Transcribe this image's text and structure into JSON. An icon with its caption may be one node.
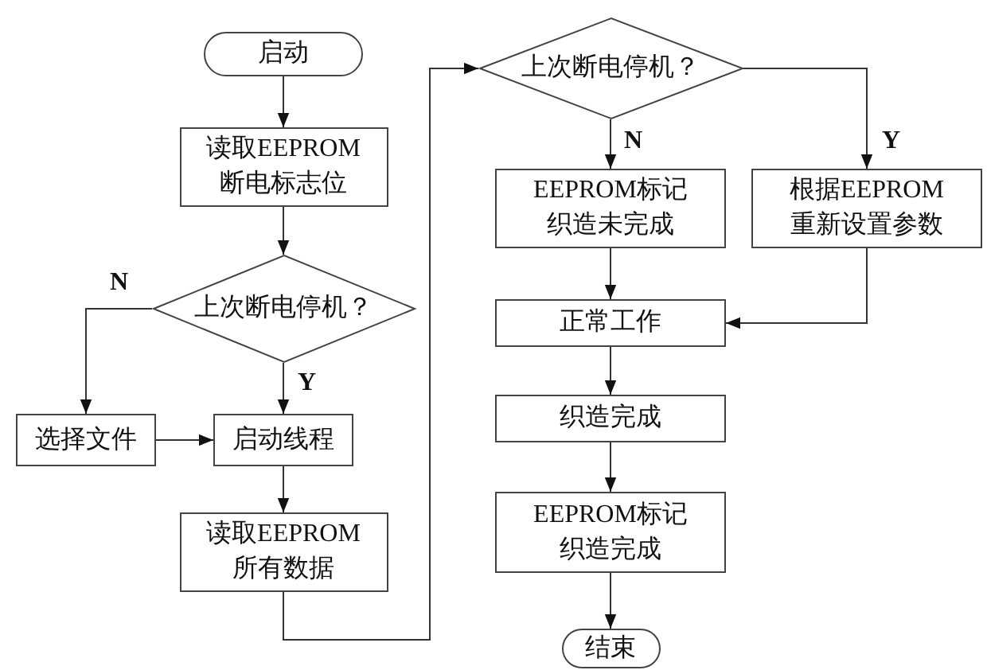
{
  "diagram": {
    "nodes": [
      {
        "text": [
          "启动"
        ]
      },
      {
        "text": [
          "读取EEPROM断电标志位"
        ]
      },
      {
        "text": [
          "上次断电停机？"
        ]
      },
      {
        "text": [
          "选择文件"
        ]
      },
      {
        "text": [
          "启动线程"
        ]
      },
      {
        "text": [
          "读取EEPROM所有数据"
        ]
      },
      {
        "text": [
          "上次断电停机？"
        ]
      },
      {
        "text": [
          "EEPROM标记织造未完成"
        ]
      },
      {
        "text": [
          "根据EEPROM重新设置参数"
        ]
      },
      {
        "text": [
          "正常工作"
        ]
      },
      {
        "text": [
          "织造完成"
        ]
      },
      {
        "text": [
          "EEPROM标记织造完成"
        ]
      },
      {
        "text": [
          "结束"
        ]
      }
    ],
    "edges": [
      {
        "from": 0,
        "to": 1,
        "arrow": "to"
      },
      {
        "from": 1,
        "to": 2,
        "arrow": "to"
      },
      {
        "from": 2,
        "to": 3,
        "arrow": "to",
        "label": "N"
      },
      {
        "from": 2,
        "to": 4,
        "arrow": "to",
        "label": "Y"
      },
      {
        "from": 3,
        "to": 4,
        "arrow": "to"
      },
      {
        "from": 4,
        "to": 5,
        "arrow": "to"
      },
      {
        "from": 5,
        "to": 6,
        "arrow": "to"
      },
      {
        "from": 6,
        "to": 7,
        "arrow": "to",
        "label": "N"
      },
      {
        "from": 6,
        "to": 8,
        "arrow": "to",
        "label": "Y"
      },
      {
        "from": 7,
        "to": 9,
        "arrow": "to"
      },
      {
        "from": 8,
        "to": 9,
        "arrow": "to"
      },
      {
        "from": 9,
        "to": 10,
        "arrow": "to"
      },
      {
        "from": 10,
        "to": 11,
        "arrow": "to"
      },
      {
        "from": 11,
        "to": 12,
        "arrow": "to"
      }
    ]
  }
}
